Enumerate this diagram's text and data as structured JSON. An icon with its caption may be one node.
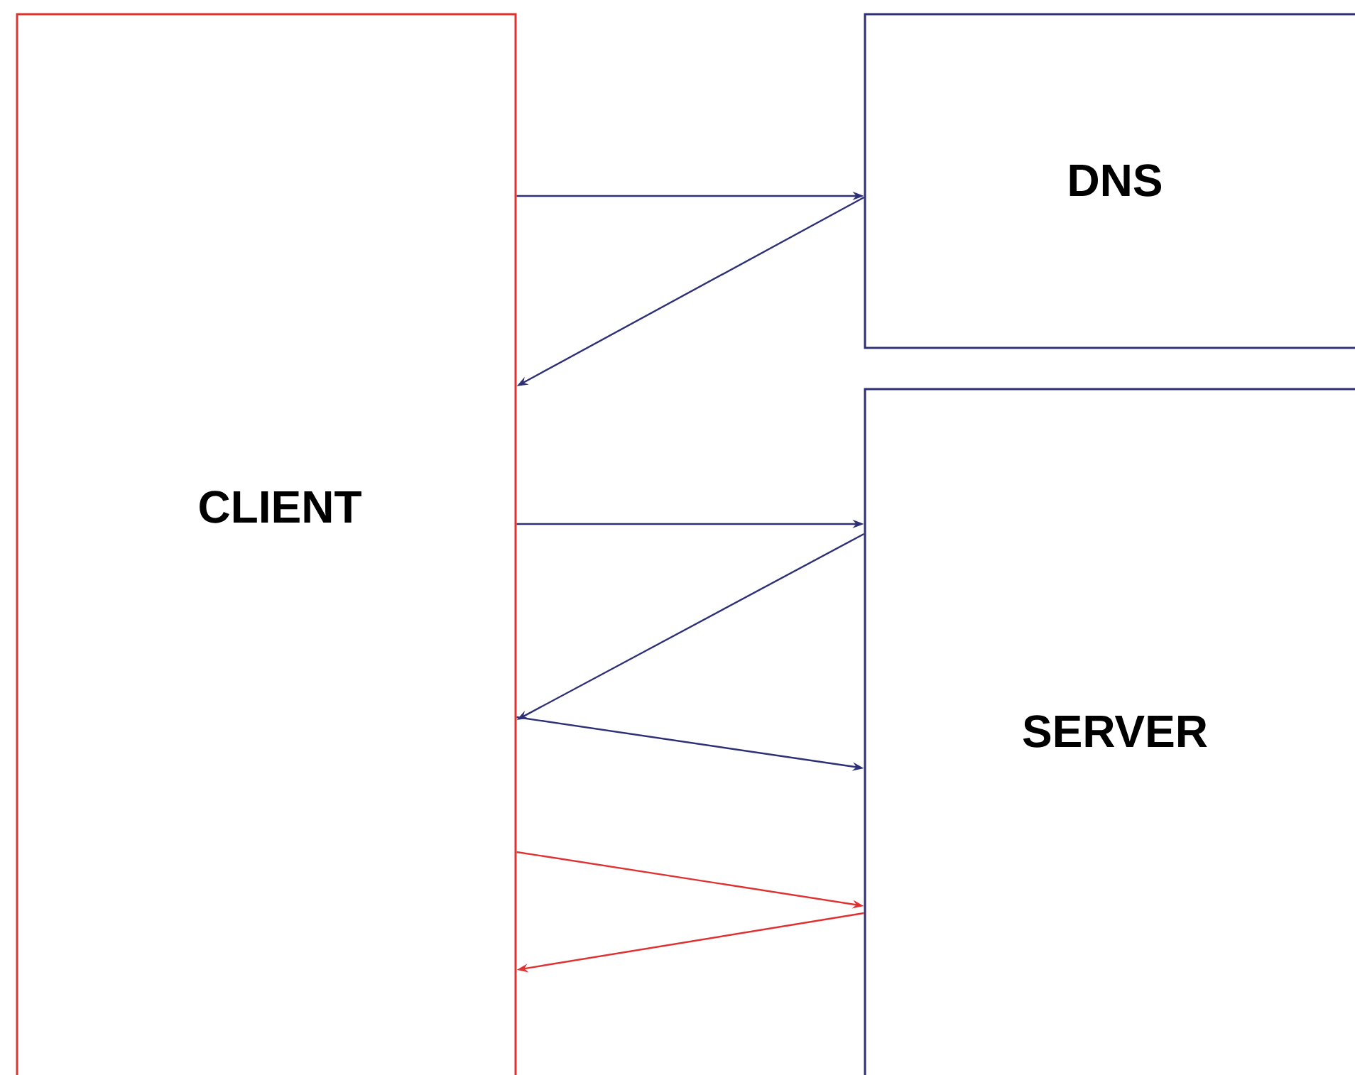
{
  "diagram": {
    "nodes": [
      {
        "text": [
          "CLIENT"
        ]
      },
      {
        "text": [
          "DNS"
        ]
      },
      {
        "text": [
          "SERVER"
        ]
      }
    ],
    "edges": [
      {
        "from": 0,
        "to": 1,
        "arrow": "to"
      },
      {
        "from": 1,
        "to": 0,
        "arrow": "to"
      },
      {
        "from": 0,
        "to": 2,
        "arrow": "to"
      },
      {
        "from": 2,
        "to": 0,
        "arrow": "to"
      },
      {
        "from": 0,
        "to": 2,
        "arrow": "to"
      },
      {
        "from": 0,
        "to": 2,
        "arrow": "to",
        "color": "#e03131"
      },
      {
        "from": 2,
        "to": 0,
        "arrow": "to",
        "color": "#e03131"
      }
    ]
  }
}
